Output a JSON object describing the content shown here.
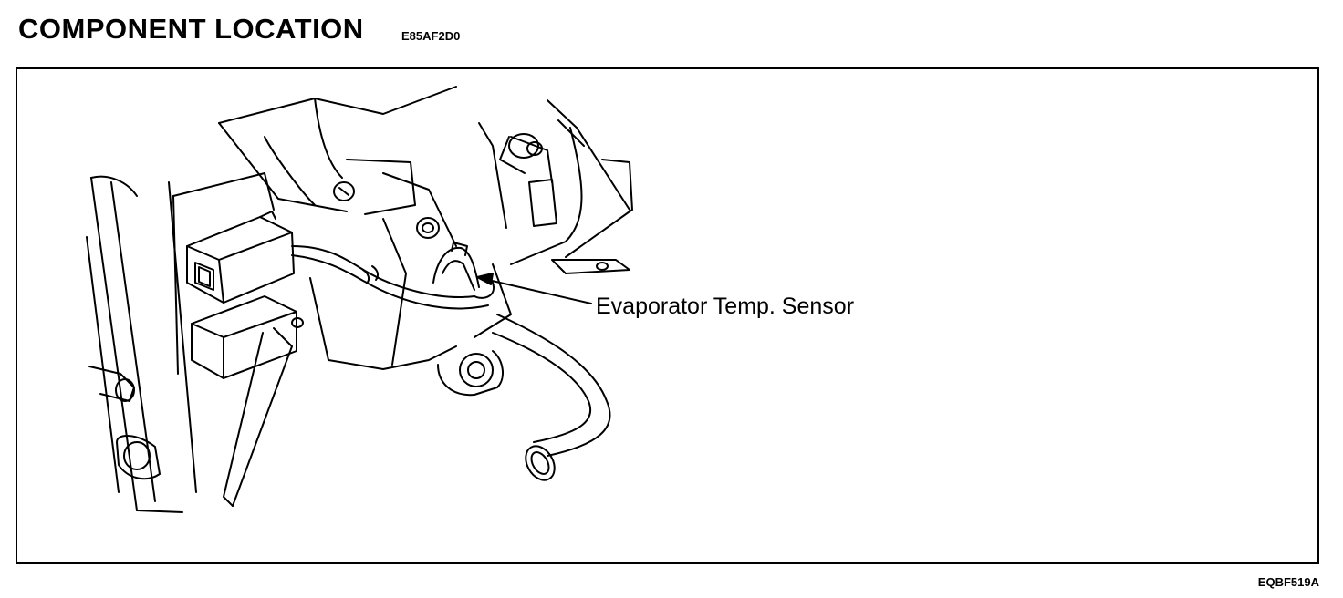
{
  "header": {
    "title": "COMPONENT LOCATION",
    "code": "E85AF2D0"
  },
  "diagram": {
    "callout_label": "Evaporator Temp. Sensor",
    "figure_id": "EQBF519A"
  }
}
